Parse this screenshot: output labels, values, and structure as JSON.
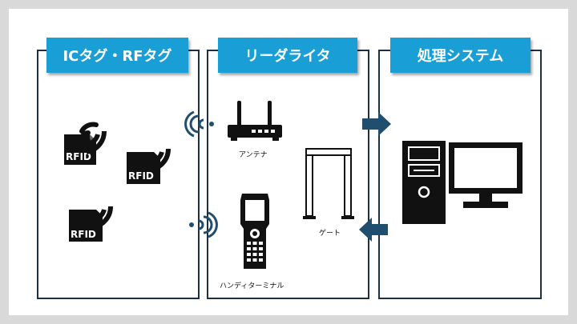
{
  "panels": [
    {
      "title": "ICタグ・RFタグ"
    },
    {
      "title": "リーダライタ"
    },
    {
      "title": "処理システム"
    }
  ],
  "rfid_tags": [
    {
      "label": "RFID"
    },
    {
      "label": "RFID"
    },
    {
      "label": "RFID"
    }
  ],
  "devices": {
    "antenna": "アンテナ",
    "gate": "ゲート",
    "handy_terminal": "ハンディターミナル"
  },
  "colors": {
    "header": "#1a9ed6",
    "border": "#1b2f45",
    "arrow": "#1f4e6e",
    "icon": "#111111"
  }
}
